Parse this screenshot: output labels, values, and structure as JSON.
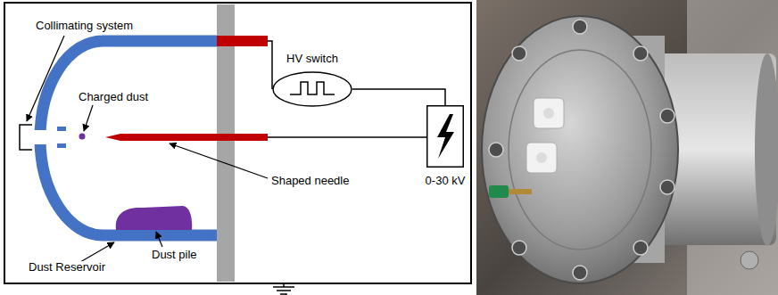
{
  "diagram": {
    "nodes": [
      {
        "text": [
          "HV switch"
        ]
      },
      {
        "text": [
          "0-30 kV"
        ]
      }
    ],
    "edges": [
      {
        "from": 0,
        "to": 1,
        "arrow": "none"
      }
    ],
    "labels": [
      "Collimating system",
      "Charged dust",
      "Shaped needle",
      "Dust pile",
      "Dust Reservoir"
    ]
  }
}
